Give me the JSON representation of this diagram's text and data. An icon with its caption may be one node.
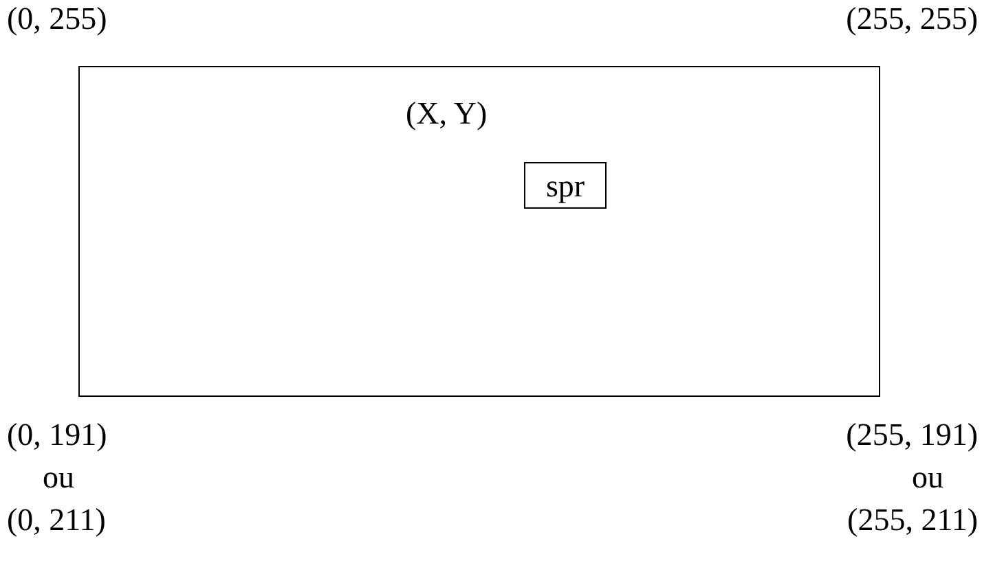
{
  "diagram": {
    "nodes": [
      {
        "text": [],
        "shape": "box"
      },
      {
        "text": [
          "spr"
        ],
        "in": 0,
        "beside": [
          "(X, Y)"
        ]
      }
    ],
    "labels": [
      "(0, 255)",
      "(255, 255)",
      "(0, 191)",
      "(255, 191)",
      "ou",
      "ou",
      "(0, 211)",
      "(255, 211)"
    ]
  }
}
